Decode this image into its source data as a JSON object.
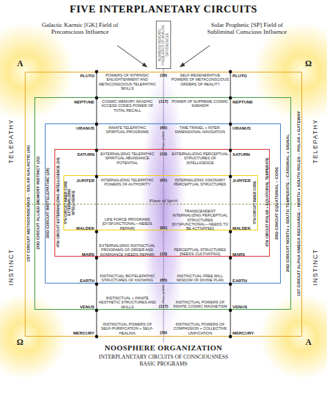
{
  "diagram": {
    "title": "FIVE INTERPLANETARY CIRCUITS",
    "nodes": [
      {
        "text": [
          "NUMBERS INDICATE FREQUENCY OF ANALOG DIFFERENCES"
        ]
      },
      {
        "text": [
          "1ST CIRCUIT METACONSCIOUS – SOLAR GALACTIC (36)",
          "1ST CIRCUIT ALPHA OMEGA RECHARGE – NORTH + SOUTH POLES – POLAR + GATEWAY"
        ]
      },
      {
        "text": [
          "2ND CIRCUIT ALLIED MEMORY INSTINCT (32)",
          "2ND CIRCUIT NORTH + SOUTH TEMPERATE – CARDINAL + SIGNAL"
        ],
        "in": 1
      },
      {
        "text": [
          "3RD CIRCUIT BIOTELEPATHIC (28)",
          "3RD CIRCUIT EQUATORIAL – CORE"
        ],
        "in": 2
      },
      {
        "text": [
          "4TH CIRCUIT EXTERNALIZING INTELLIGENCE (24)",
          "4TH CIRCUIT POLAR + EQUATORIAL TEMPERATE"
        ],
        "in": 3
      },
      {
        "text": [
          "5TH CIRCUIT INNER CORE EXTERNALIZING INTELLIGENCE",
          "5TH CIRCUIT INNER CORE"
        ],
        "in": 4
      }
    ],
    "labels": [
      "Galactic Karmic [GK] Field of Preconscious Influence",
      "Solar Prophetic [SP] Field of Subliminal Conscious Influence",
      "A",
      "Ω",
      "Ω",
      "A",
      "TELEPATHY",
      "INSTINCT",
      "TELEPATHY",
      "INSTINCT",
      "PLUTO",
      "POWERS OF INTRINSIC ENLIGHTENMENT AND METACONSCIOUS TELEPATHIC SKILLS",
      "(39)",
      "SELF-REGENERATIVE POWERS OF METACONSCIOUS ORDERS OF REALITY",
      "PLUTO",
      "NEPTUNE",
      "COSMIC MEMORY AKASHIC ACCESS CODES POWER OF TOTAL RECALL",
      "(117)",
      "POWER OF SUPREME COSMIC SAMADHI",
      "NEPTUNE",
      "URANUS",
      "INNATE TELEPATHIC SPIRITUAL PROGRAMS",
      "(65)",
      "TIME TRAVEL + INTER-DIMENSIONAL NAVIGATION",
      "URANUS",
      "SATURN",
      "EXTERNALIZING TELEPATHIC SPIRITUAL ABUNDANCE POTENTIAL",
      "(13)",
      "EXTERNALIZING PERCEPTUAL STRUCTURES OF INTELLIGENCE",
      "SATURN",
      "JUPITER",
      "INTERNALIZING TELEPATHIC POWERS OF AUTHORITY",
      "(91)",
      "INTERNALIZING VISIONARY PERCEPTUAL STRUCTURES",
      "JUPITER",
      "MALDEK",
      "LIFE FORCE PROGRAMS [DYSFUNCTIONAL—NEEDS REPAIR]",
      "(91)",
      "TRANSCENDENT INTERNALIZING PERCEPTUAL STRUCTURES [DYSFUNCTIONAL—NEEDS TO BE ACTIVATED]",
      "MALDEK",
      "MARS",
      "EXTERNALIZING INSTINCTUAL PROGRAMS OF ORDER AND DOMINANCE [NEEDS REPAIR]",
      "(13)",
      "PERCEPTUAL STRUCTURES [NEEDS CULTIVATING]",
      "MARS",
      "EARTH",
      "INSTINCTUAL BIOTELEPATHIC STRUCTURES OF KNOWING",
      "(65)",
      "INSTINCTUAL FREE WILL WISDOM OF DIVINE PLAN",
      "EARTH",
      "VENUS",
      "INSTINCTUAL + INNATE AESTHETIC STRUCTURES AND SKILLS",
      "(117)",
      "INSTINCTUAL POWERS OF INNATE COSMIC MAGNETISM",
      "VENUS",
      "MERCURY",
      "INSTINCTUAL POWERS OF SELF-PURIFICATION + SELF-HEALING",
      "(39)",
      "INSTINCTUAL POWERS OF COMPASSION + COLLECTIVE UNIFICATION",
      "MERCURY",
      "Plane of Will",
      "Plane of Will",
      "Plane of Spirit",
      "NOOSPHERE ORGANIZATION",
      "INTERPLANETARY CIRCUITS OF CONSCIOUSNESS",
      "BASIC PROGRAMS"
    ]
  }
}
